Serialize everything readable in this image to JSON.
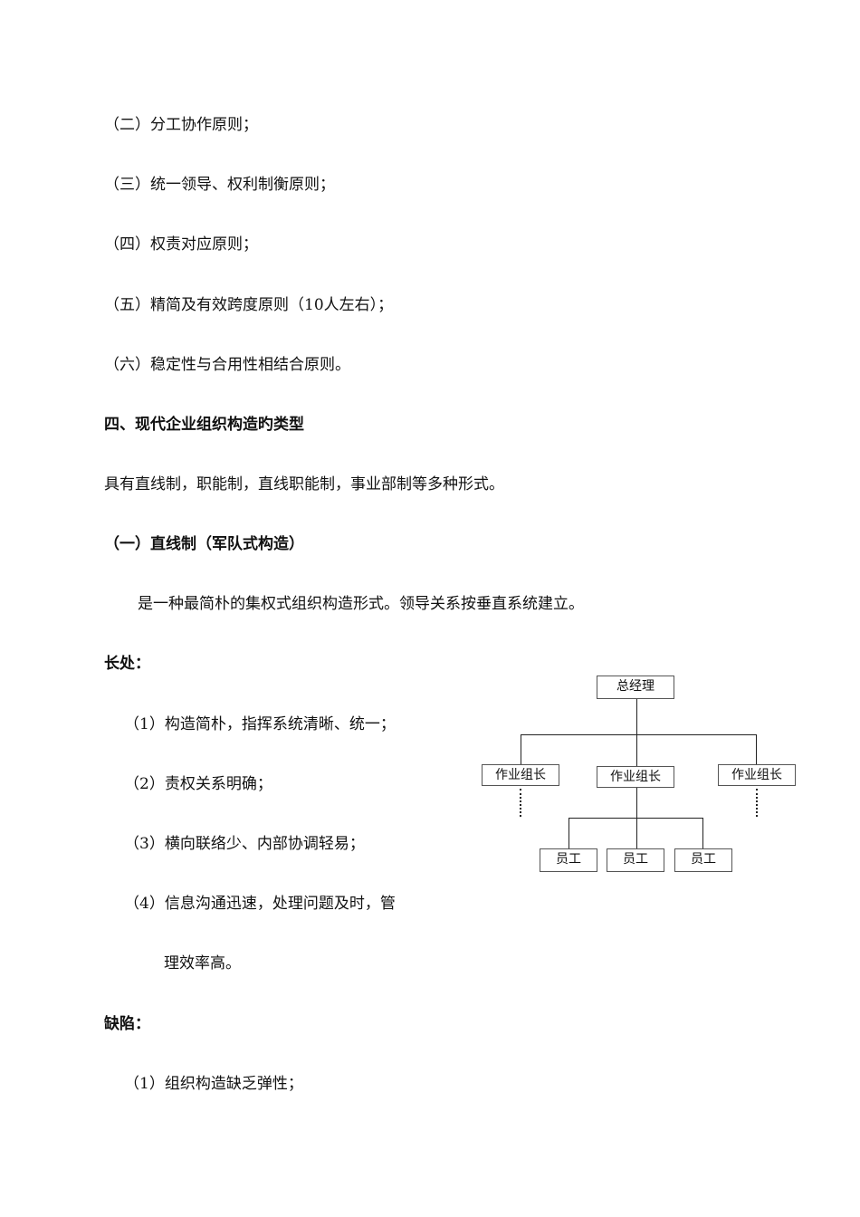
{
  "principles": [
    "（二）分工协作原则；",
    "（三）统一领导、权利制衡原则；",
    "（四）权责对应原则；",
    "（五）精简及有效跨度原则（10人左右）；",
    "（六）稳定性与合用性相结合原则。"
  ],
  "section_title": "四、现代企业组织构造旳类型",
  "section_intro": "具有直线制，职能制，直线职能制，事业部制等多种形式。",
  "subsection_title": "（一）直线制（军队式构造）",
  "subsection_desc": "是一种最简朴的集权式组织构造形式。领导关系按垂直系统建立。",
  "advantages_heading": "长处：",
  "advantages": [
    "（1）构造简朴，指挥系统清晰、统一；",
    "（2）责权关系明确；",
    "（3）横向联络少、内部协调轻易；",
    "（4）信息沟通迅速，处理问题及时，管"
  ],
  "advantages_continuation": "理效率高。",
  "disadvantages_heading": "缺陷：",
  "disadvantages": [
    "（1）组织构造缺乏弹性；"
  ],
  "org_chart": {
    "top": "总经理",
    "middle": [
      "作业组长",
      "作业组长",
      "作业组长"
    ],
    "bottom": [
      "员工",
      "员工",
      "员工"
    ]
  }
}
